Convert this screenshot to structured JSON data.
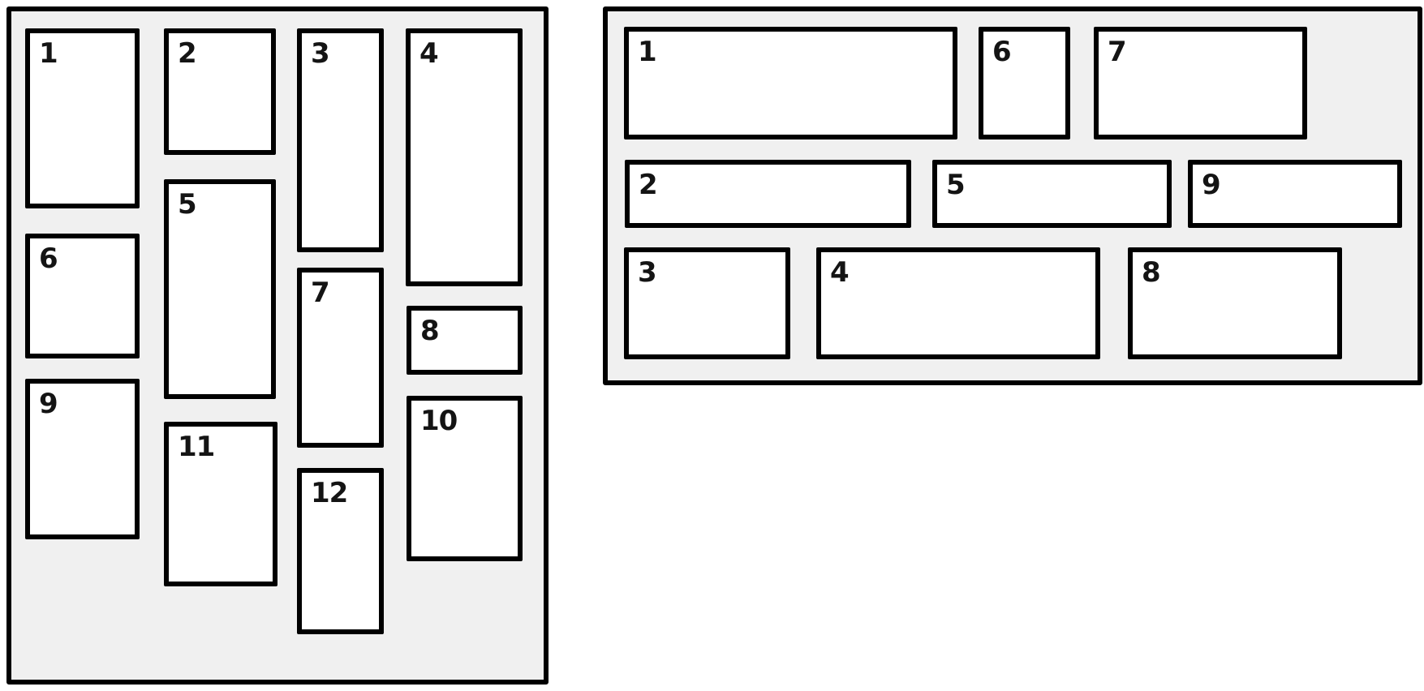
{
  "colors": {
    "page_bg": "#ffffff",
    "panel_bg": "#f0f0f0",
    "box_bg": "#ffffff",
    "border": "#000000",
    "label": "#141414"
  },
  "left_panel": {
    "items": [
      {
        "label": "1"
      },
      {
        "label": "2"
      },
      {
        "label": "3"
      },
      {
        "label": "4"
      },
      {
        "label": "5"
      },
      {
        "label": "6"
      },
      {
        "label": "7"
      },
      {
        "label": "8"
      },
      {
        "label": "9"
      },
      {
        "label": "10"
      },
      {
        "label": "11"
      },
      {
        "label": "12"
      }
    ]
  },
  "right_panel": {
    "items": [
      {
        "label": "1"
      },
      {
        "label": "2"
      },
      {
        "label": "3"
      },
      {
        "label": "4"
      },
      {
        "label": "5"
      },
      {
        "label": "6"
      },
      {
        "label": "7"
      },
      {
        "label": "8"
      },
      {
        "label": "9"
      }
    ]
  }
}
